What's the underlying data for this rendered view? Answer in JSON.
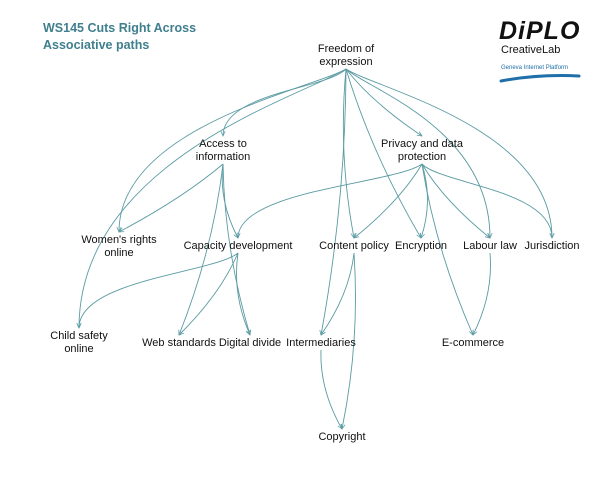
{
  "title": {
    "line1": "WS145 Cuts Right Across",
    "line2": "Associative paths"
  },
  "logo": {
    "wordmark": "DiPLO",
    "subtitle": "CreativeLab",
    "tagline": "Geneva Internet Platform"
  },
  "colors": {
    "edge": "#5a9ba3",
    "title": "#3f7f8e",
    "logo_blue": "#1f6fa8"
  },
  "nodes": {
    "freedom": [
      "Freedom of",
      "expression"
    ],
    "access": [
      "Access to",
      "information"
    ],
    "privacy": [
      "Privacy and data",
      "protection"
    ],
    "women": [
      "Women's rights",
      "online"
    ],
    "capacity": [
      "Capacity development"
    ],
    "content": [
      "Content policy"
    ],
    "encryption": [
      "Encryption"
    ],
    "labour": [
      "Labour law"
    ],
    "jurisdiction": [
      "Jurisdiction"
    ],
    "child": [
      "Child safety",
      "online"
    ],
    "webstd": [
      "Web standards"
    ],
    "divide": [
      "Digital divide"
    ],
    "intermed": [
      "Intermediaries"
    ],
    "ecommerce": [
      "E-commerce"
    ],
    "copyright": [
      "Copyright"
    ]
  },
  "edges": [
    [
      "freedom",
      "access"
    ],
    [
      "freedom",
      "privacy"
    ],
    [
      "freedom",
      "women"
    ],
    [
      "freedom",
      "child"
    ],
    [
      "freedom",
      "content"
    ],
    [
      "freedom",
      "encryption"
    ],
    [
      "freedom",
      "intermed"
    ],
    [
      "freedom",
      "labour"
    ],
    [
      "freedom",
      "jurisdiction"
    ],
    [
      "access",
      "women"
    ],
    [
      "access",
      "capacity"
    ],
    [
      "access",
      "webstd"
    ],
    [
      "access",
      "divide"
    ],
    [
      "capacity",
      "webstd"
    ],
    [
      "capacity",
      "divide"
    ],
    [
      "capacity",
      "child"
    ],
    [
      "privacy",
      "capacity"
    ],
    [
      "privacy",
      "content"
    ],
    [
      "privacy",
      "encryption"
    ],
    [
      "privacy",
      "labour"
    ],
    [
      "privacy",
      "jurisdiction"
    ],
    [
      "privacy",
      "ecommerce"
    ],
    [
      "content",
      "intermed"
    ],
    [
      "content",
      "copyright"
    ],
    [
      "labour",
      "ecommerce"
    ],
    [
      "intermed",
      "copyright"
    ]
  ]
}
